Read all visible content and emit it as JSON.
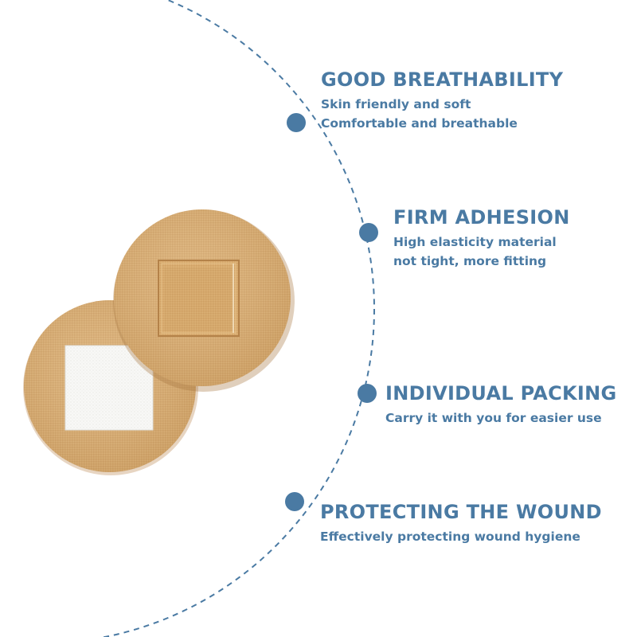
{
  "features": [
    {
      "title": "GOOD BREATHABILITY",
      "lines": [
        "Skin friendly and soft",
        "Comfortable and breathable"
      ]
    },
    {
      "title": "FIRM ADHESION",
      "lines": [
        "High elasticity material",
        "not tight, more fitting"
      ]
    },
    {
      "title": "INDIVIDUAL PACKING",
      "lines": [
        "Carry it with you for easier use"
      ]
    },
    {
      "title": "PROTECTING THE WOUND",
      "lines": [
        "Effectively protecting wound hygiene"
      ]
    }
  ],
  "colors": {
    "accent": "#4a7aa3",
    "bandage": "#d8ab6f",
    "pad": "#f7f7f5",
    "background": "#ffffff"
  }
}
